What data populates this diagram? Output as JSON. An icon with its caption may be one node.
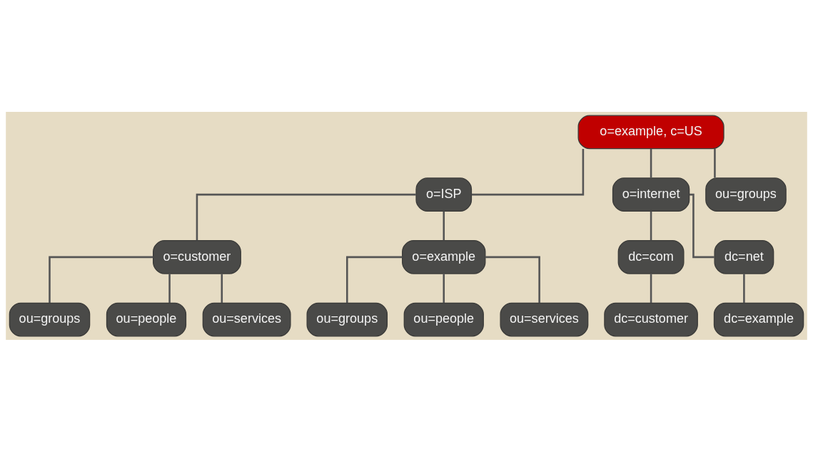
{
  "diagram": {
    "nodes": [
      {
        "text": [
          "o=example, c=US"
        ]
      },
      {
        "text": [
          "o=ISP"
        ]
      },
      {
        "text": [
          "o=internet"
        ]
      },
      {
        "text": [
          "ou=groups"
        ]
      },
      {
        "text": [
          "o=customer"
        ]
      },
      {
        "text": [
          "o=example"
        ]
      },
      {
        "text": [
          "dc=com"
        ]
      },
      {
        "text": [
          "dc=net"
        ]
      },
      {
        "text": [
          "ou=groups"
        ]
      },
      {
        "text": [
          "ou=people"
        ]
      },
      {
        "text": [
          "ou=services"
        ]
      },
      {
        "text": [
          "dc=customer"
        ]
      },
      {
        "text": [
          "dc=example"
        ]
      },
      {
        "text": [
          "ou=groups"
        ]
      },
      {
        "text": [
          "ou=people"
        ]
      },
      {
        "text": [
          "ou=services"
        ]
      }
    ],
    "edges": [
      {
        "from": 0,
        "to": 1,
        "arrow": "none"
      },
      {
        "from": 0,
        "to": 2,
        "arrow": "none"
      },
      {
        "from": 0,
        "to": 3,
        "arrow": "none"
      },
      {
        "from": 1,
        "to": 4,
        "arrow": "none"
      },
      {
        "from": 1,
        "to": 5,
        "arrow": "none"
      },
      {
        "from": 2,
        "to": 6,
        "arrow": "none"
      },
      {
        "from": 2,
        "to": 7,
        "arrow": "none"
      },
      {
        "from": 4,
        "to": 8,
        "arrow": "none"
      },
      {
        "from": 4,
        "to": 9,
        "arrow": "none"
      },
      {
        "from": 4,
        "to": 10,
        "arrow": "none"
      },
      {
        "from": 6,
        "to": 11,
        "arrow": "none"
      },
      {
        "from": 7,
        "to": 12,
        "arrow": "none"
      },
      {
        "from": 5,
        "to": 13,
        "arrow": "none"
      },
      {
        "from": 5,
        "to": 14,
        "arrow": "none"
      },
      {
        "from": 5,
        "to": 15,
        "arrow": "none"
      }
    ]
  }
}
